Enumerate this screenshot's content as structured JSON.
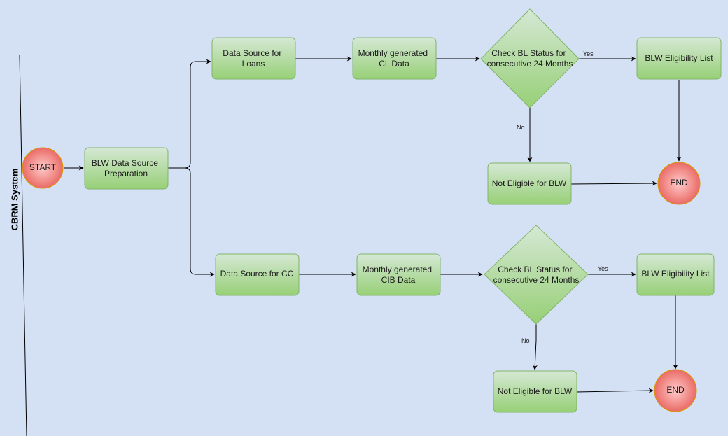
{
  "lane": {
    "label": "CBRM System"
  },
  "nodes": {
    "start": "START",
    "prep": [
      "BLW Data Source",
      "Preparation"
    ],
    "loans_src": [
      "Data Source for",
      "Loans"
    ],
    "cl_data": [
      "Monthly generated",
      "CL Data"
    ],
    "check_top": [
      "Check BL Status for",
      "consecutive 24 Months"
    ],
    "elig_top": "BLW Eligibility List",
    "not_elig_top": "Not Eligible for BLW",
    "end_top": "END",
    "cc_src": "Data Source for CC",
    "cib_data": [
      "Monthly generated",
      "CIB Data"
    ],
    "check_bottom": [
      "Check BL Status for",
      "consecutive 24 Months"
    ],
    "elig_bottom": "BLW Eligibility List",
    "not_elig_bottom": "Not Eligible for BLW",
    "end_bottom": "END"
  },
  "edge_labels": {
    "yes_top": "Yes",
    "no_top": "No",
    "yes_bottom": "Yes",
    "no_bottom": "No"
  },
  "colors": {
    "background": "#d4e1f5",
    "process_fill_top": "#d5e8d4",
    "process_fill_bottom": "#97d077",
    "process_stroke": "#82b366",
    "terminal_fill_center": "#ffcccc",
    "terminal_fill_edge": "#ea6b66",
    "terminal_stroke": "#d79b00",
    "edge": "#000000"
  }
}
